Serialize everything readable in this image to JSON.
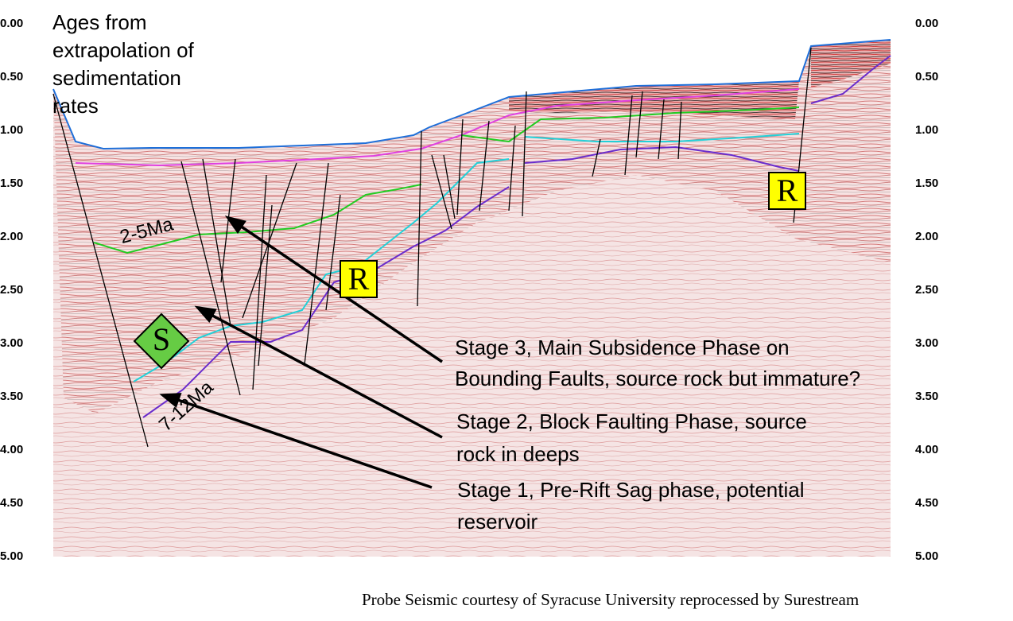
{
  "axis": {
    "left_ticks": [
      "0.00",
      "0.50",
      "1.00",
      "1.50",
      "2.00",
      "2.50",
      "3.00",
      "3.50",
      "4.00",
      "4.50",
      "5.00"
    ],
    "right_ticks": [
      "0.00",
      "0.50",
      "1.00",
      "1.50",
      "2.00",
      "2.50",
      "3.00",
      "3.50",
      "4.00",
      "4.50",
      "5.00"
    ]
  },
  "header_note": {
    "lines": [
      "Ages from",
      "extrapolation of",
      "sedimentation",
      "rates"
    ]
  },
  "age_labels": {
    "upper": "2-5Ma",
    "lower": "7-12Ma"
  },
  "markers": {
    "source": "S",
    "reservoir_mid": "R",
    "reservoir_right": "R"
  },
  "stages": {
    "stage3": [
      "Stage 3, Main Subsidence Phase on",
      "Bounding Faults, source rock but immature?"
    ],
    "stage2": [
      "Stage 2, Block Faulting Phase, source",
      "rock in deeps"
    ],
    "stage1": [
      "Stage 1, Pre-Rift Sag phase, potential",
      "reservoir"
    ]
  },
  "credit": "Probe Seismic courtesy of Syracuse University  reprocessed by Surestream",
  "colors": {
    "seafloor": "#1e6fd9",
    "horizon_magenta": "#e040e0",
    "horizon_green": "#22cc22",
    "horizon_cyan": "#22d0d8",
    "horizon_purple": "#6a2ccc",
    "source_box": "#66cc44",
    "reservoir_box": "#ffff00"
  }
}
